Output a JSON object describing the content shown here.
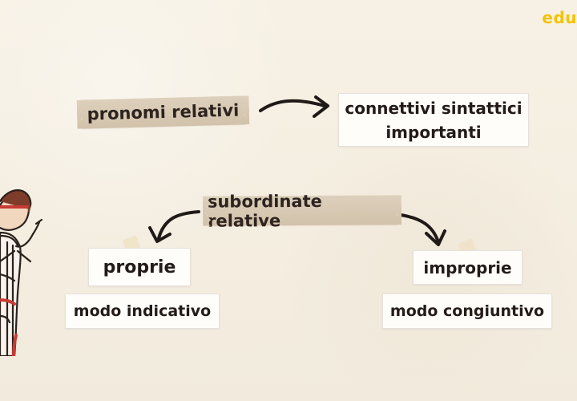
{
  "brand": {
    "label": "edu"
  },
  "diagram": {
    "top_tag": "pronomi relativi",
    "top_card": {
      "line1": "connettivi sintattici",
      "line2": "importanti"
    },
    "middle_tag": "subordinate relative",
    "left_branch": {
      "title": "proprie",
      "subtitle": "modo indicativo"
    },
    "right_branch": {
      "title": "improprie",
      "subtitle": "modo congiuntivo"
    }
  },
  "icons": {
    "top_arrow": "right-arrow-icon",
    "left_arrow": "curved-down-left-arrow-icon",
    "right_arrow": "curved-down-right-arrow-icon",
    "figure": "student-figure-icon"
  },
  "colors": {
    "background": "#f6f0e2",
    "tape": "#d7c8b3",
    "card": "#fffdfa",
    "brand": "#f2c400",
    "ink": "#231b17",
    "accent_red": "#b73b35"
  }
}
